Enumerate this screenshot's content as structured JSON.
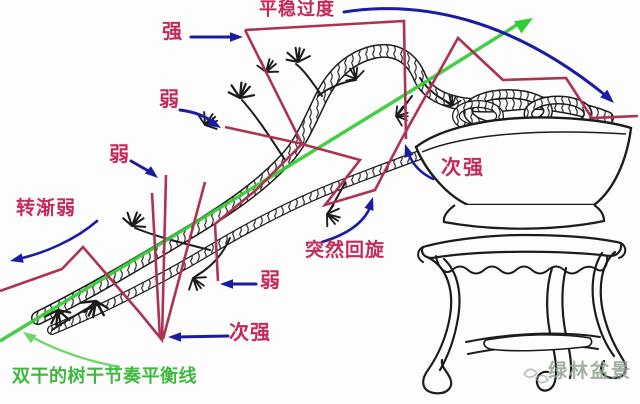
{
  "diagram": {
    "labels": {
      "smooth_transition": "平稳过度",
      "strong": "强",
      "weak_1": "弱",
      "weak_2": "弱",
      "weak_3": "弱",
      "turning_weaker": "转渐弱",
      "sub_strong_lower": "次强",
      "sub_strong_pot": "次强",
      "sudden_swirl": "突然回旋",
      "balance_line_caption": "双干的树干节奏平衡线"
    },
    "watermark": "绿林盆景",
    "colors": {
      "annotation_text_red": "#c5295a",
      "rhythm_line_red": "#ad3352",
      "arrow_blue": "#1b1c9f",
      "balance_line_green": "#35cb35",
      "caption_green": "#3eb93e",
      "caption_arrow_green": "#6cd66c",
      "watermark_gray": "#93a393",
      "ink_black": "#1c1c1c"
    }
  }
}
